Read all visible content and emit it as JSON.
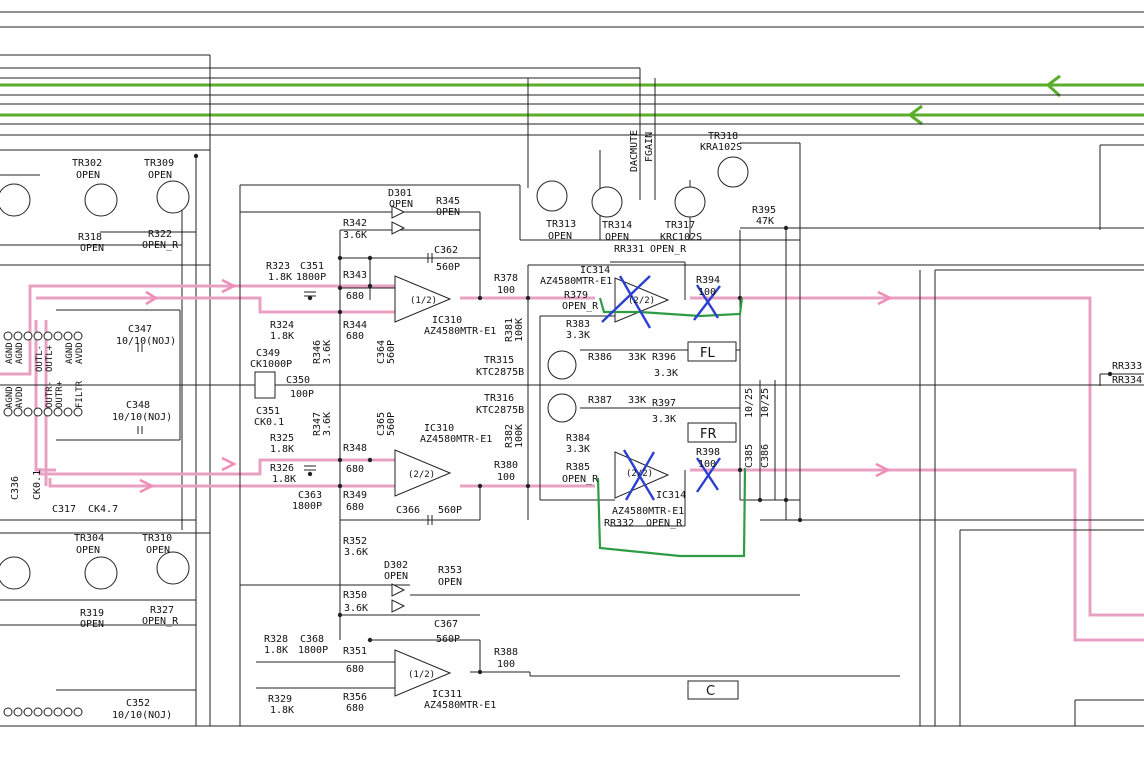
{
  "transistors": {
    "tr302": "TR302",
    "tr302_val": "OPEN",
    "tr309": "TR309",
    "tr309_val": "OPEN",
    "tr313": "TR313",
    "tr313_val": "OPEN",
    "tr314": "TR314",
    "tr314_val": "OPEN",
    "tr317": "TR317",
    "tr317_val": "KRC102S",
    "tr318": "TR318",
    "tr318_val": "KRA102S",
    "tr315": "TR315",
    "tr315_val": "KTC2875B",
    "tr316": "TR316",
    "tr316_val": "KTC2875B",
    "tr304": "TR304",
    "tr304_val": "OPEN",
    "tr310": "TR310",
    "tr310_val": "OPEN"
  },
  "resistors": {
    "r318": "R318",
    "r318_val": "OPEN",
    "r322": "R322",
    "r322_val": "OPEN_R",
    "r323": "R323",
    "r323_val": "1.8K",
    "r324": "R324",
    "r324_val": "1.8K",
    "r325": "R325",
    "r325_val": "1.8K",
    "r326": "R326",
    "r326_val": "1.8K",
    "r342": "R342",
    "r342_val": "3.6K",
    "r343": "R343",
    "r343_val": "680",
    "r344": "R344",
    "r344_val": "680",
    "r345": "R345",
    "r345_val": "OPEN",
    "r346": "R346",
    "r346_val": "3.6K",
    "r347": "R347",
    "r347_val": "3.6K",
    "r348": "R348",
    "r348_val": "680",
    "r349": "R349",
    "r349_val": "680",
    "r352": "R352",
    "r352_val": "3.6K",
    "r378": "R378",
    "r378_val": "100",
    "r379": "R379",
    "r379_val": "OPEN_R",
    "r380": "R380",
    "r380_val": "100",
    "r381": "R381",
    "r381_val": "100K",
    "r382": "R382",
    "r382_val": "100K",
    "r383": "R383",
    "r383_val": "3.3K",
    "r384": "R384",
    "r384_val": "3.3K",
    "r385": "R385",
    "r385_val": "OPEN_R",
    "r386": "R386",
    "r386_val": "33K",
    "r387": "R387",
    "r387_val": "33K",
    "r394": "R394",
    "r394_val": "100",
    "r395": "R395",
    "r395_val": "47K",
    "r396": "R396",
    "r396_val": "3.3K",
    "r397": "R397",
    "r397_val": "3.3K",
    "r398": "R398",
    "r398_val": "100",
    "rr331": "RR331",
    "rr331_val": "OPEN_R",
    "rr332": "RR332",
    "rr332_val": "OPEN_R",
    "rr333": "RR333",
    "rr334": "RR334",
    "r319": "R319",
    "r319_val": "OPEN",
    "r327": "R327",
    "r327_val": "OPEN_R",
    "r328": "R328",
    "r328_val": "1.8K",
    "r329": "R329",
    "r329_val": "1.8K",
    "r350": "R350",
    "r350_val": "3.6K",
    "r351": "R351",
    "r351_val": "680",
    "r353": "R353",
    "r353_val": "OPEN",
    "r356": "R356",
    "r356_val": "680",
    "r388": "R388",
    "r388_val": "100"
  },
  "capacitors": {
    "c347": "C347",
    "c347_val": "10/10(NOJ)",
    "c348": "C348",
    "c348_val": "10/10(NOJ)",
    "c349": "C349",
    "c349_val": "CK1000P",
    "c350": "C350",
    "c350_val": "100P",
    "c351": "C351",
    "c351_val": "1800P",
    "c351b": "C351",
    "c351b_val": "CK0.1",
    "c362": "C362",
    "c362_val": "560P",
    "c363": "C363",
    "c363_val": "1800P",
    "c364": "C364",
    "c364_val": "560P",
    "c365": "C365",
    "c365_val": "560P",
    "c366": "C366",
    "c366_val": "560P",
    "c385": "C385",
    "c385_val": "10/25",
    "c386": "C386",
    "c386_val": "10/25",
    "c336": "C336",
    "c336_val": "CK0.1",
    "c317": "C317",
    "c317_val": "CK4.7",
    "c352": "C352",
    "c352_val": "10/10(NOJ)",
    "c367": "C367",
    "c367_val": "560P",
    "c368": "C368",
    "c368_val": "1800P"
  },
  "diodes": {
    "d301": "D301",
    "d301_val": "OPEN",
    "d302": "D302",
    "d302_val": "OPEN"
  },
  "ics": {
    "ic310_top": "IC310",
    "ic310_top_part": "AZ4580MTR-E1",
    "ic310_top_half": "(1/2)",
    "ic310_bot": "IC310",
    "ic310_bot_part": "AZ4580MTR-E1",
    "ic310_bot_half": "(2/2)",
    "ic314_top": "IC314",
    "ic314_top_part": "AZ4580MTR-E1",
    "ic314_top_half": "(2/2)",
    "ic314_bot": "IC314",
    "ic314_bot_part": "AZ4580MTR-E1",
    "ic314_bot_half": "(2/2)",
    "ic311": "IC311",
    "ic311_part": "AZ4580MTR-E1",
    "ic311_half": "(1/2)"
  },
  "nets": {
    "dacmute": "DACMUTE",
    "fgain": "FGAIN",
    "agnd": "AGND",
    "avdd": "AVDD",
    "out_l_minus": "OUTL-",
    "out_l_plus": "OUTL+",
    "out_r_minus": "OUTR-",
    "out_r_plus": "OUTR+",
    "filtr": "FILTR"
  },
  "channel_boxes": {
    "fl": "FL",
    "fr": "FR",
    "c": "C"
  },
  "colors": {
    "signal_path": "#e9a1c3",
    "bus_lines": "#5bae2a",
    "marks_x": "#2b3fd0",
    "bypass_wire": "#2e9b45"
  }
}
